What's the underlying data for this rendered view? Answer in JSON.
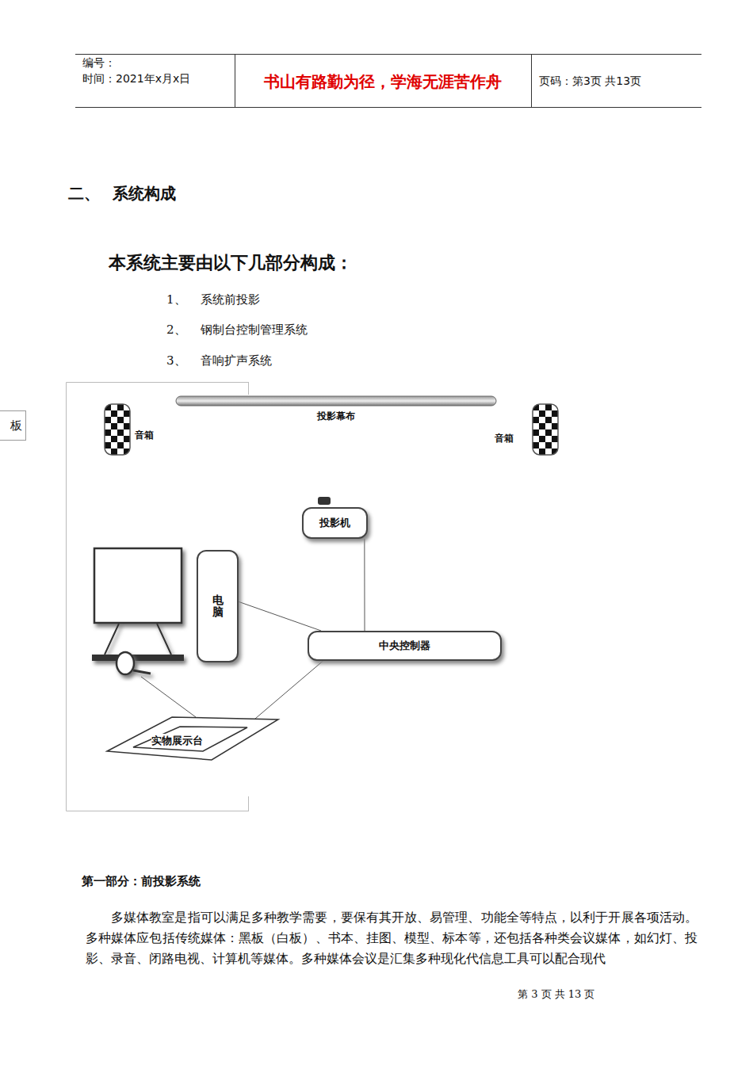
{
  "diagram": {
    "nodes": [
      {
        "text": [
          "板"
        ]
      },
      {
        "text": [
          "投影幕布"
        ]
      },
      {
        "text": [
          "音箱"
        ]
      },
      {
        "text": [
          "音箱"
        ]
      },
      {
        "text": [
          "投影机"
        ]
      },
      {
        "text": [
          "电脑"
        ]
      },
      {
        "text": [
          "中央控制器"
        ]
      },
      {
        "text": [
          "实物展示台"
        ]
      }
    ],
    "edges": [
      {
        "from": 5,
        "to": 6,
        "arrow": "none"
      },
      {
        "from": 4,
        "to": 6,
        "arrow": "none"
      },
      {
        "from": 7,
        "to": 6,
        "arrow": "none"
      }
    ],
    "labels": [
      "编号：",
      "时间：2021年x月x日",
      "书山有路勤为径，学海无涯苦作舟",
      "页码：第3页 共13页",
      "二、",
      "系统构成",
      "本系统主要由以下几部分构成：",
      "1、",
      "系统前投影",
      "2、",
      "钢制台控制管理系统",
      "3、",
      "音响扩声系统",
      "第一部分：前投影系统",
      "多媒体教室是指可以满足多种教学需要，要保有其开放、易管理、功能全等特点，以利于开展各项活动。多种媒体应包括传统媒体：黑板（白板）、书本、挂图、模型、标本等，还包括各种类会议媒体，如幻灯、投影、录音、闭路电视、计算机等媒体。多种媒体会议是汇集多种现化代信息工具可以配合现代",
      "第 3 页 共 13 页"
    ]
  }
}
